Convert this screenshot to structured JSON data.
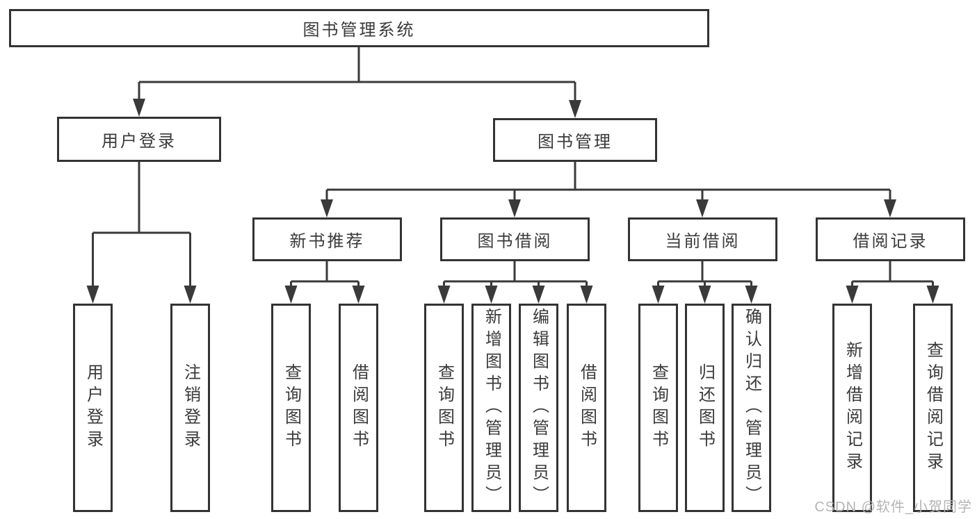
{
  "diagram": {
    "type": "hierarchy-tree",
    "colors": {
      "background": "#ffffff",
      "box_border": "#333333",
      "line": "#3a3a3a",
      "text": "#3a3a3a",
      "watermark": "#b4b4b4"
    },
    "nodes": {
      "root": {
        "label": "图书管理系统"
      },
      "level1": {
        "user_login": {
          "label": "用户登录"
        },
        "book_mgmt": {
          "label": "图书管理"
        }
      },
      "level2": {
        "new_book": {
          "label": "新书推荐"
        },
        "borrow": {
          "label": "图书借阅"
        },
        "current": {
          "label": "当前借阅"
        },
        "record": {
          "label": "借阅记录"
        }
      },
      "leaves": {
        "user_login": {
          "label": "用户登录"
        },
        "logout": {
          "label": "注销登录"
        },
        "nb_query": {
          "label": "查询图书"
        },
        "nb_borrow": {
          "label": "借阅图书"
        },
        "bb_query": {
          "label": "查询图书"
        },
        "bb_add": {
          "label": "新增图书（管理员）"
        },
        "bb_edit": {
          "label": "编辑图书（管理员）"
        },
        "bb_borrow": {
          "label": "借阅图书"
        },
        "cb_query": {
          "label": "查询图书"
        },
        "cb_return": {
          "label": "归还图书"
        },
        "cb_confirm": {
          "label": "确认归还（管理员）"
        },
        "br_add": {
          "label": "新增借阅记录"
        },
        "br_query": {
          "label": "查询借阅记录"
        }
      },
      "edges": [
        [
          "root",
          "user_login"
        ],
        [
          "root",
          "book_mgmt"
        ],
        [
          "user_login",
          "leaf:用户登录"
        ],
        [
          "user_login",
          "leaf:注销登录"
        ],
        [
          "book_mgmt",
          "new_book"
        ],
        [
          "book_mgmt",
          "borrow"
        ],
        [
          "book_mgmt",
          "current"
        ],
        [
          "book_mgmt",
          "record"
        ],
        [
          "new_book",
          "leaf:查询图书"
        ],
        [
          "new_book",
          "leaf:借阅图书"
        ],
        [
          "borrow",
          "leaf:查询图书"
        ],
        [
          "borrow",
          "leaf:新增图书（管理员）"
        ],
        [
          "borrow",
          "leaf:编辑图书（管理员）"
        ],
        [
          "borrow",
          "leaf:借阅图书"
        ],
        [
          "current",
          "leaf:查询图书"
        ],
        [
          "current",
          "leaf:归还图书"
        ],
        [
          "current",
          "leaf:确认归还（管理员）"
        ],
        [
          "record",
          "leaf:新增借阅记录"
        ],
        [
          "record",
          "leaf:查询借阅记录"
        ]
      ]
    },
    "watermark": "CSDN @软件_小贺同学"
  }
}
